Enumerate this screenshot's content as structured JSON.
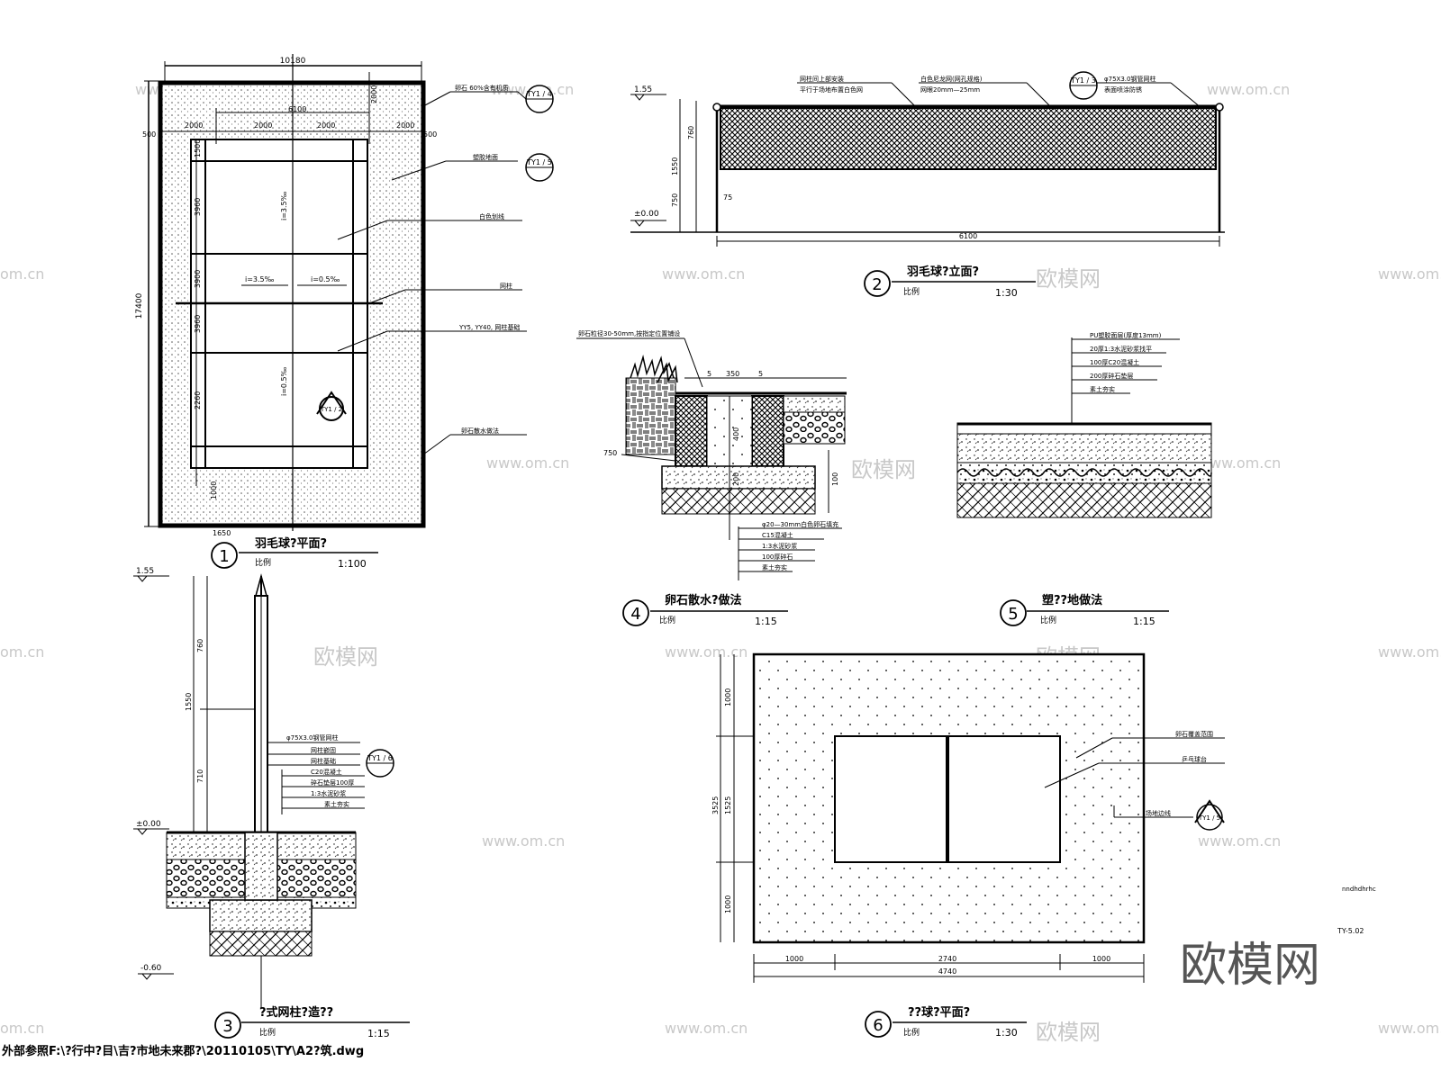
{
  "sheet": {
    "footer_path": "外部参照F:\\?行中?目\\吉?市地未来郡?\\20110105\\TY\\A2?筑.dwg",
    "sheet_code": "TY-5.02",
    "sheet_note": "nndhdhrhc",
    "logo_text": "欧模网"
  },
  "watermarks": {
    "url": "www.om.cn",
    "url_partial": "om.cn",
    "brand": "欧模网"
  },
  "details": [
    {
      "number": "1",
      "title": "羽毛球?平面?",
      "scale_prefix": "比例",
      "scale": "1:100"
    },
    {
      "number": "2",
      "title": "羽毛球?立面?",
      "scale_prefix": "比例",
      "scale": "1:30"
    },
    {
      "number": "3",
      "title": "?式网柱?造??",
      "scale_prefix": "比例",
      "scale": "1:15"
    },
    {
      "number": "4",
      "title": "卵石散水?做法",
      "scale_prefix": "比例",
      "scale": "1:15"
    },
    {
      "number": "5",
      "title": "塑??地做法",
      "scale_prefix": "比例",
      "scale": "1:15"
    },
    {
      "number": "6",
      "title": "??球?平面?",
      "scale_prefix": "比例",
      "scale": "1:30"
    }
  ],
  "plan1": {
    "dims": {
      "overall_width": "10180",
      "overall_length": "17400",
      "w1": "2000",
      "w2": "2000",
      "w3": "2000",
      "court_width": "6100",
      "side": "500",
      "right_side": "2000",
      "top": "2000",
      "bottom": "1650",
      "left_v1": "1500",
      "left_v2": "3960",
      "left_v3": "3900",
      "left_v4": "3960",
      "left_v5": "2260",
      "left_v6": "1000"
    },
    "slopes": [
      "i=3.5‰",
      "i=3.5‰",
      "i=0.5‰",
      "i=0.5‰"
    ],
    "callouts": [
      "卵石 60%含有机质",
      "塑胶地面",
      "白色划线",
      "网柱",
      "YY5, YY40, 网柱基础",
      "卵石散水做法"
    ],
    "tag_1": "TY1 / 4",
    "tag_2": "TY1 / 5",
    "tag_3": "TY1 / 2"
  },
  "elev2": {
    "level_top": "1.55",
    "level_zero": "±0.00",
    "height": "1550",
    "h1": "760",
    "h2": "750",
    "h3": "75",
    "length": "6100",
    "callout_a": "网柱间上部安装",
    "callout_a2": "平行于场地布置白色网",
    "callout_b": "白色尼龙网(网孔规格)",
    "callout_b2": "网眼20mm—25mm",
    "callout_c": "φ75X3.0钢管网柱",
    "callout_c2": "表面喷涂防锈",
    "tag": "TY1 / 3"
  },
  "post3": {
    "level_top": "1.55",
    "level_mid": "±0.00",
    "level_bottom": "-0.60",
    "dims": [
      "760",
      "1550",
      "710"
    ],
    "callouts": [
      "φ75X3.0钢管网柱",
      "网柱嵌固",
      "网柱基础",
      "C20混凝土",
      "碎石垫层100厚",
      "1:3水泥砂浆",
      "素土夯实"
    ],
    "tag": "TY1 / 6"
  },
  "det4": {
    "top_callout": "卵石粒径30-50mm,按指定位置铺设",
    "dims": [
      "5",
      "350",
      "5",
      "400",
      "200",
      "100"
    ],
    "side_label": "750",
    "notes": [
      "φ20—30mm白色卵石填充",
      "C15混凝土",
      "1:3水泥砂浆",
      "100厚碎石",
      "素土夯实"
    ]
  },
  "det5": {
    "notes": [
      "PU塑胶面层(厚度13mm)",
      "20厚1:3水泥砂浆找平",
      "100厚C20混凝土",
      "200厚碎石垫层",
      "素土夯实"
    ]
  },
  "plan6": {
    "h_top": "1000",
    "h_mid": "1525",
    "h_bot": "1000",
    "total_h": "3525",
    "w_left": "1000",
    "w_mid": "2740",
    "w_right": "1000",
    "total_w": "4740",
    "callout_1": "卵石覆盖范围",
    "callout_2": "乒乓球台",
    "callout_3": "场地边线",
    "tag": "TY1 / 5"
  }
}
